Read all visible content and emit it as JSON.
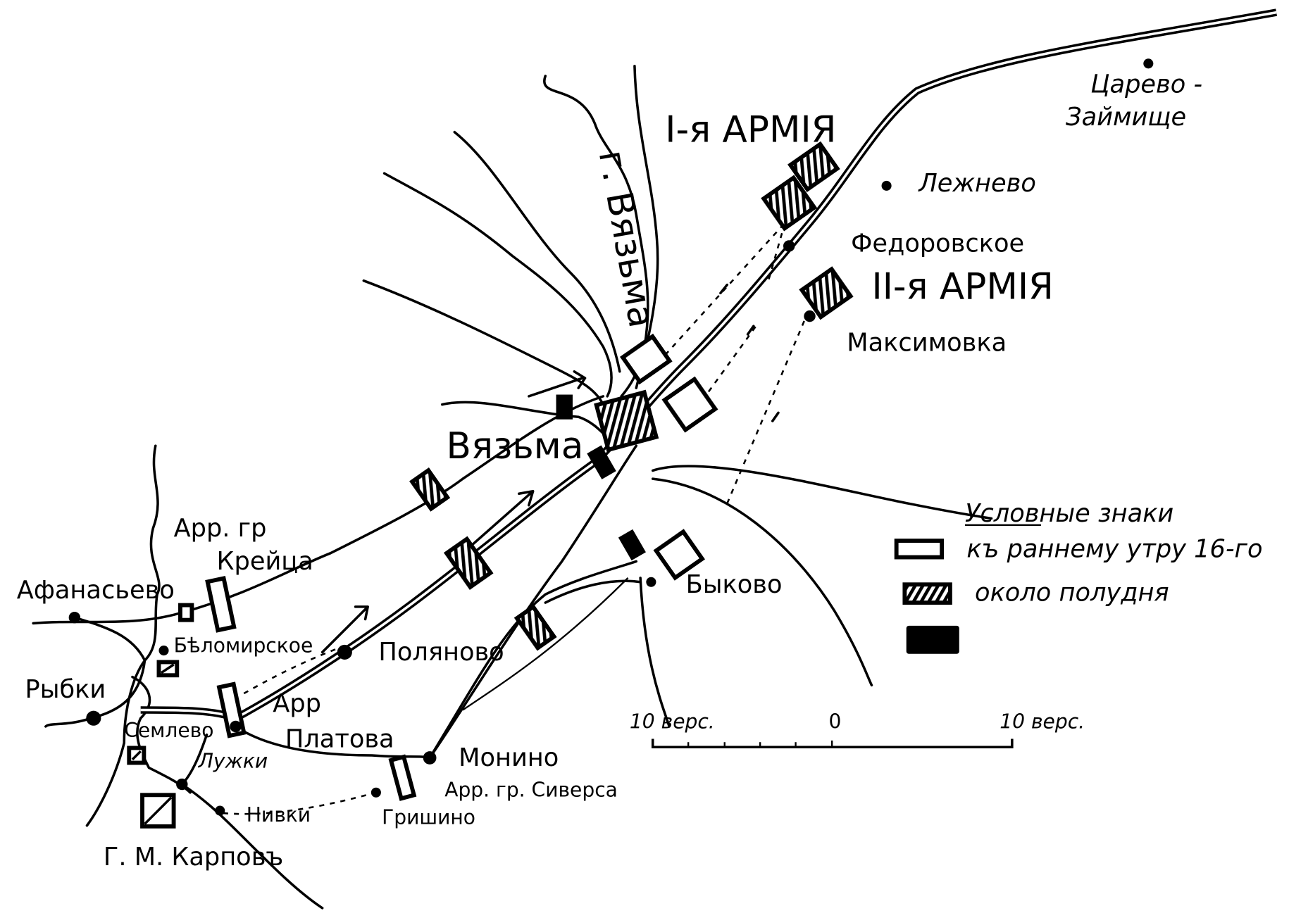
{
  "map": {
    "armies": {
      "first": "I-я АРМІЯ",
      "second": "II-я АРМІЯ"
    },
    "places": {
      "tsarevo_1": "Царево -",
      "tsarevo_2": "Займище",
      "lezhnevo": "Лежнево",
      "fedorovskoe": "Федоровское",
      "maksimovka": "Максимовка",
      "river_vyazma": "г. Вязьма",
      "vyazma": "Вязьма",
      "afanasevo": "Афанасьево",
      "belomirskoe": "Бѣломирское",
      "rybki": "Рыбки",
      "semlevo": "Семлево",
      "luzhki": "Лужки",
      "nivki": "Нивки",
      "polyanovo": "Поляново",
      "monino": "Монино",
      "grishino": "Гришино",
      "bykovo": "Быково"
    },
    "units": {
      "kreitz_1": "Арр. гр",
      "kreitz_2": "Крейца",
      "platov_1": "Арр",
      "platov_2": "Платова",
      "sivers": "Арр. гр. Сиверса",
      "karpov": "Г. М. Карповъ"
    },
    "legend": {
      "title": "Условные знаки",
      "items": [
        {
          "symbol": "empty-rect",
          "label": "къ раннему утру 16-го"
        },
        {
          "symbol": "hatched-rect",
          "label": "около полудня"
        },
        {
          "symbol": "black-rect",
          "label": ""
        }
      ]
    },
    "scale": {
      "left": "10 верс.",
      "zero": "0",
      "right": "10 верс."
    }
  }
}
